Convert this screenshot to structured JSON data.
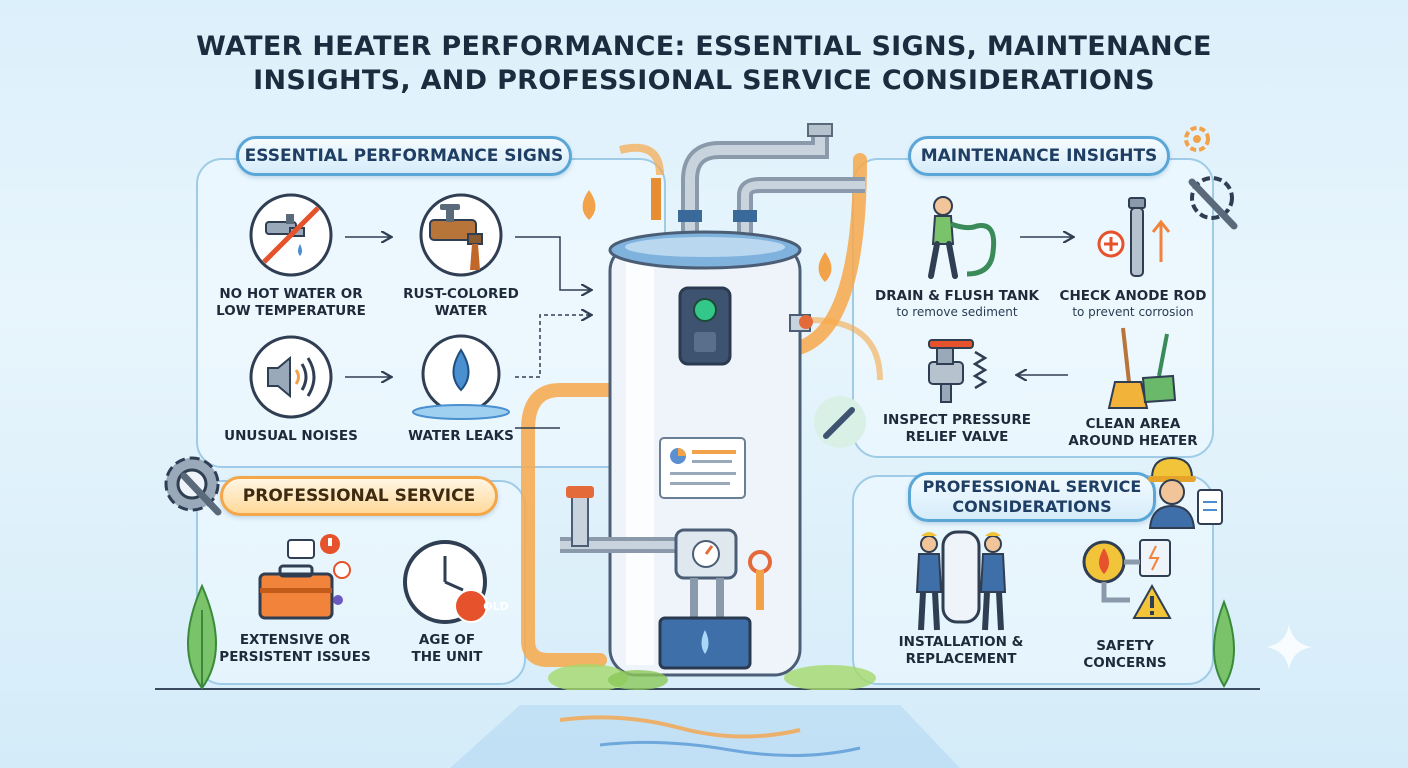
{
  "title": {
    "line1": "Water Heater Performance: Essential Signs, Maintenance",
    "line2": "Insights, and Professional Service Considerations"
  },
  "sections": {
    "signs": {
      "heading": "Essential Performance Signs",
      "items": [
        {
          "line1": "No hot water or",
          "line2": "low temperature",
          "icon": "no-hot-water-icon"
        },
        {
          "line1": "Rust-colored",
          "line2": "water",
          "icon": "rusty-faucet-icon"
        },
        {
          "line1": "Unusual noises",
          "line2": "",
          "icon": "speaker-icon"
        },
        {
          "line1": "Water leaks",
          "line2": "",
          "icon": "water-drop-icon"
        }
      ]
    },
    "maintenance": {
      "heading": "Maintenance Insights",
      "items": [
        {
          "line1": "Drain & flush tank",
          "sub": "to remove sediment",
          "icon": "hose-worker-icon"
        },
        {
          "line1": "Check anode rod",
          "sub": "to prevent corrosion",
          "icon": "anode-rod-icon"
        },
        {
          "line1": "Inspect pressure",
          "line2": "relief valve",
          "icon": "valve-icon"
        },
        {
          "line1": "Clean area",
          "line2": "around heater",
          "icon": "broom-icon"
        }
      ]
    },
    "professional": {
      "heading": "Professional Service",
      "items": [
        {
          "line1": "Extensive or",
          "line2": "persistent issues",
          "icon": "toolbox-icon"
        },
        {
          "line1": "Age of",
          "line2": "the unit",
          "icon": "clock-icon",
          "badge": "OLD"
        }
      ]
    },
    "considerations": {
      "heading_line1": "Professional Service",
      "heading_line2": "Considerations",
      "items": [
        {
          "line1": "Installation &",
          "line2": "replacement",
          "icon": "installers-icon"
        },
        {
          "line1": "Safety",
          "line2": "concerns",
          "icon": "safety-icon"
        }
      ]
    }
  },
  "colors": {
    "accent_blue": "#5aa6d6",
    "accent_orange": "#f3a64a",
    "heater_body": "#f1f6fb",
    "pipe": "#f7a84a"
  }
}
